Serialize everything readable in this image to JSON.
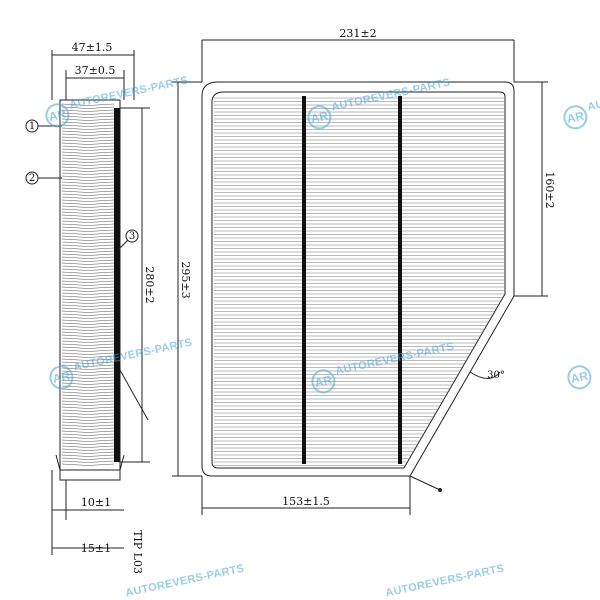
{
  "side_view": {
    "dim_top_outer": "47±1.5",
    "dim_top_inner": "37±0.5",
    "dim_height": "280±2",
    "dim_bottom_a": "10±1",
    "dim_bottom_b": "15±1",
    "callouts": [
      "1",
      "2",
      "3"
    ],
    "part_code": "TIP L03"
  },
  "front_view": {
    "dim_width": "231±2",
    "dim_height": "295±3",
    "dim_right_height": "160±2",
    "dim_bottom": "153±1.5",
    "angle": "30°"
  },
  "watermark": {
    "logo": "AR",
    "text": "AUTOREVERS-PARTS"
  },
  "colors": {
    "line": "#222222",
    "watermark": "#4aa3d8"
  }
}
